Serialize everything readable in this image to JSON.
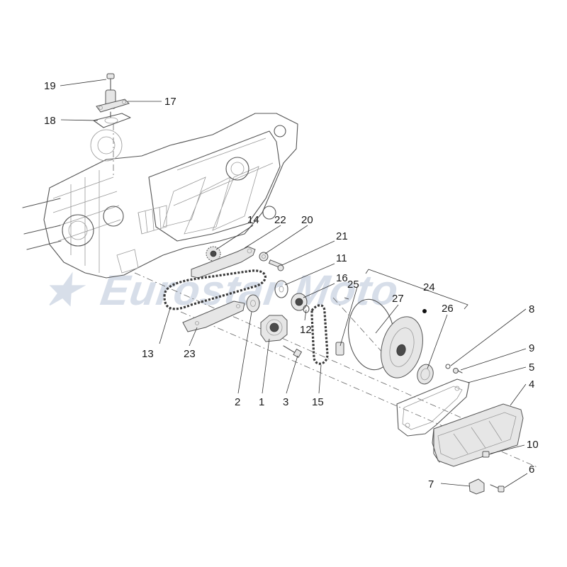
{
  "watermark": {
    "text": "Eurostar Moto"
  },
  "callouts": {
    "c1": "1",
    "c2": "2",
    "c3": "3",
    "c4": "4",
    "c5": "5",
    "c6": "6",
    "c7": "7",
    "c8": "8",
    "c9": "9",
    "c10": "10",
    "c11": "11",
    "c12": "12",
    "c13": "13",
    "c14": "14",
    "c15": "15",
    "c16": "16",
    "c17": "17",
    "c18": "18",
    "c19": "19",
    "c20": "20",
    "c21": "21",
    "c22": "22",
    "c23": "23",
    "c24": "24",
    "c25": "25",
    "c26": "26",
    "c27": "27"
  }
}
